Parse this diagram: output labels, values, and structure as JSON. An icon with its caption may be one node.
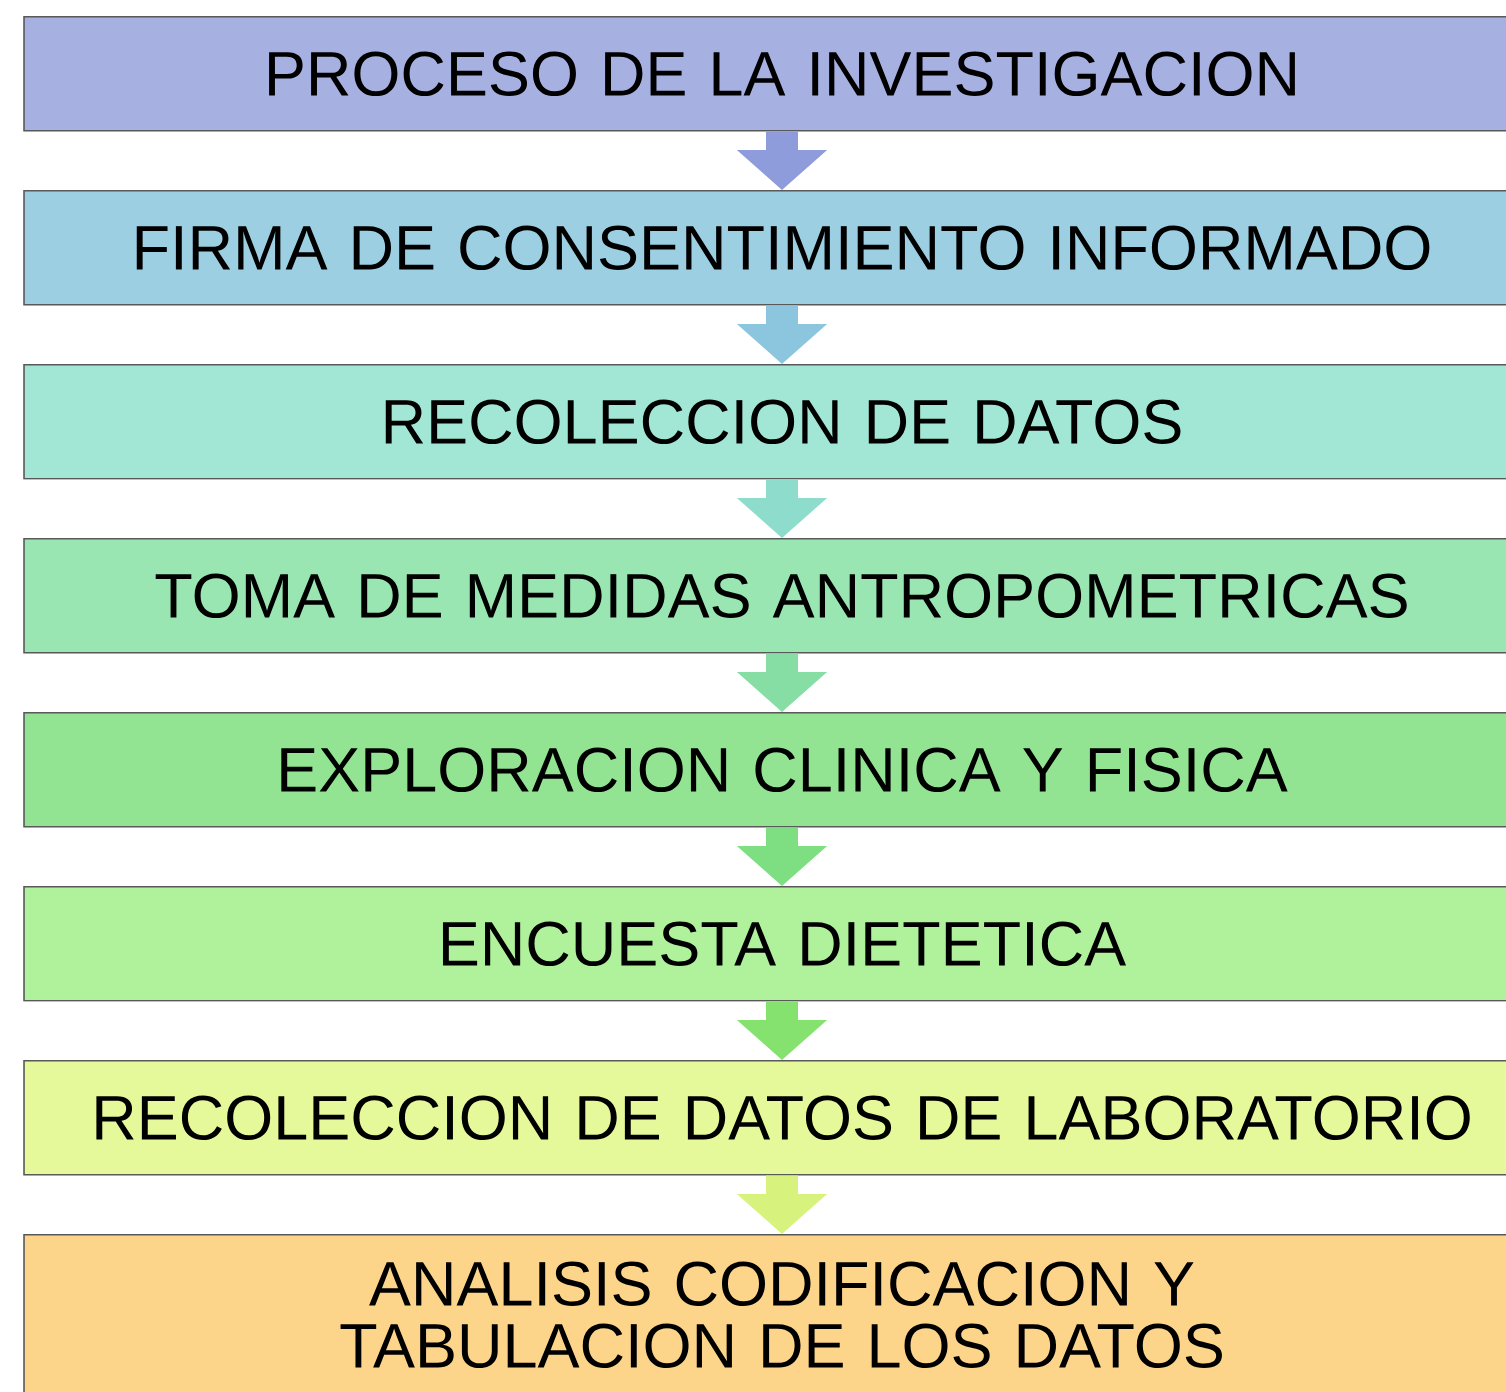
{
  "diagram": {
    "nodes": [
      {
        "text": [
          "PROCESO DE LA INVESTIGACION"
        ]
      },
      {
        "text": [
          "FIRMA DE CONSENTIMIENTO INFORMADO"
        ]
      },
      {
        "text": [
          "RECOLECCION DE DATOS"
        ]
      },
      {
        "text": [
          "TOMA DE MEDIDAS ANTROPOMETRICAS"
        ]
      },
      {
        "text": [
          "EXPLORACION CLINICA Y FISICA"
        ]
      },
      {
        "text": [
          "ENCUESTA DIETETICA"
        ]
      },
      {
        "text": [
          "RECOLECCION DE DATOS DE LABORATORIO"
        ]
      },
      {
        "text": [
          "ANALISIS CODIFICACION Y TABULACION DE LOS DATOS"
        ]
      }
    ],
    "edges": [
      {
        "from": 0,
        "to": 1,
        "arrow": "to",
        "color": "#8e9cdc"
      },
      {
        "from": 1,
        "to": 2,
        "arrow": "to",
        "color": "#8cc6de"
      },
      {
        "from": 2,
        "to": 3,
        "arrow": "to",
        "color": "#8edccb"
      },
      {
        "from": 3,
        "to": 4,
        "arrow": "to",
        "color": "#86dea4"
      },
      {
        "from": 4,
        "to": 5,
        "arrow": "to",
        "color": "#7ede82"
      },
      {
        "from": 5,
        "to": 6,
        "arrow": "to",
        "color": "#86e26e"
      },
      {
        "from": 6,
        "to": 7,
        "arrow": "to",
        "color": "#d8f27e"
      }
    ]
  }
}
